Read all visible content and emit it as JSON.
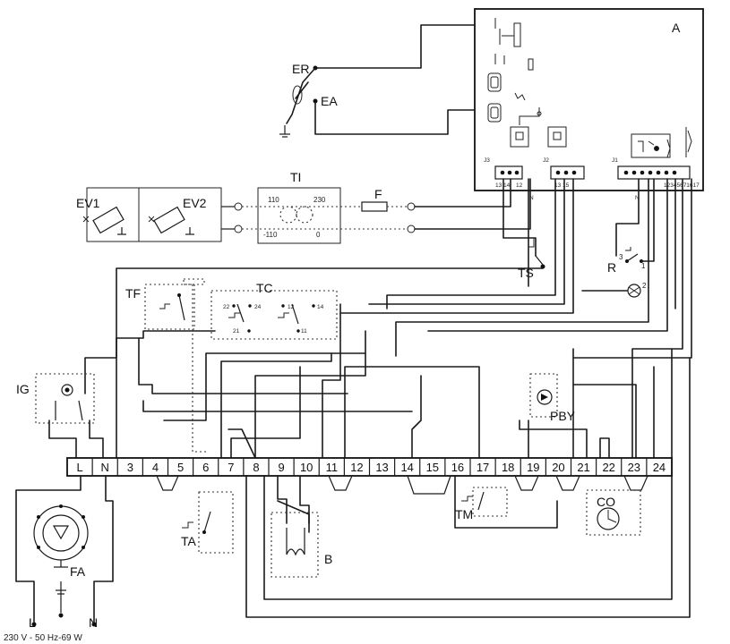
{
  "components": {
    "A": "A",
    "ER": "ER",
    "EA": "EA",
    "TI": "TI",
    "F": "F",
    "EV1": "EV1",
    "EV2": "EV2",
    "TS": "TS",
    "R": "R",
    "TF": "TF",
    "TC": "TC",
    "IG": "IG",
    "PBY": "PBY",
    "TM": "TM",
    "CO": "CO",
    "TA": "TA",
    "B": "B",
    "FA": "FA"
  },
  "transformer": {
    "t110_top": "110",
    "t230": "230",
    "t110_bottom": "-110",
    "t0": "0"
  },
  "board_connectors": {
    "J3_pins": "13 14",
    "J3_pin12": "12",
    "J2_pins": "13 15",
    "J1_pins": "12345671617",
    "J3": "J3",
    "J2": "J2",
    "J1": "J1",
    "N_label_1": "N",
    "N_label_2": "N"
  },
  "tc_contacts": {
    "c22": "22",
    "c24": "24",
    "c21": "21",
    "c12": "12",
    "c14": "14",
    "c11": "11"
  },
  "relay_R": {
    "r3": "3",
    "r1": "1",
    "r2": "2"
  },
  "terminals": [
    "L",
    "N",
    "3",
    "4",
    "5",
    "6",
    "7",
    "8",
    "9",
    "10",
    "11",
    "12",
    "13",
    "14",
    "15",
    "16",
    "17",
    "18",
    "19",
    "20",
    "21",
    "22",
    "23",
    "24"
  ],
  "supply": {
    "L": "L",
    "N": "N",
    "rating": "230 V - 50 Hz-69 W"
  }
}
